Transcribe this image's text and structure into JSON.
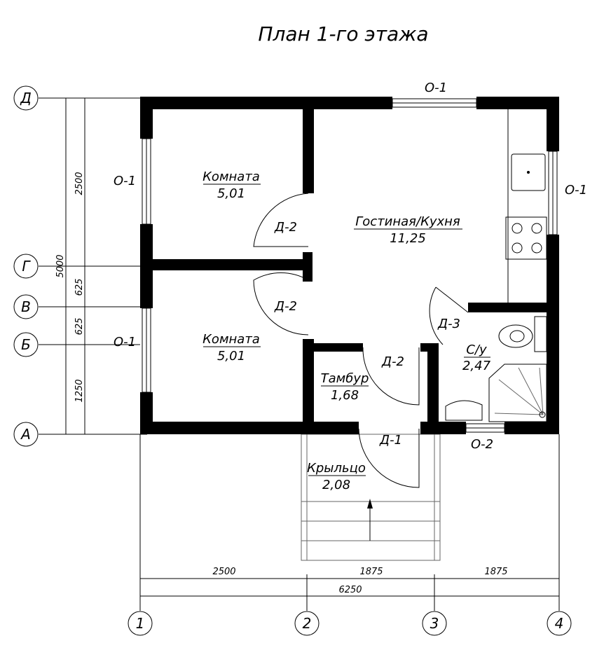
{
  "title": "План  1-го этажа",
  "rooms": [
    {
      "name": "Комната",
      "area": "5,01"
    },
    {
      "name": "Комната",
      "area": "5,01"
    },
    {
      "name": "Гостиная/Кухня",
      "area": "11,25"
    },
    {
      "name": "Тамбур",
      "area": "1,68"
    },
    {
      "name": "С/у",
      "area": "2,47"
    },
    {
      "name": "Крыльцо",
      "area": "2,08"
    }
  ],
  "doors": [
    "Д-2",
    "Д-2",
    "Д-2",
    "Д-3",
    "Д-1"
  ],
  "windows": [
    "О-1",
    "О-1",
    "О-1",
    "О-1",
    "О-2"
  ],
  "axes_vertical": [
    "Д",
    "Г",
    "В",
    "Б",
    "А"
  ],
  "axes_horizontal": [
    "1",
    "2",
    "3",
    "4"
  ],
  "dims_left": {
    "total": "5000",
    "parts": [
      "2500",
      "625",
      "625",
      "1250"
    ]
  },
  "dims_bottom": {
    "total": "6250",
    "parts": [
      "2500",
      "1875",
      "1875"
    ]
  }
}
